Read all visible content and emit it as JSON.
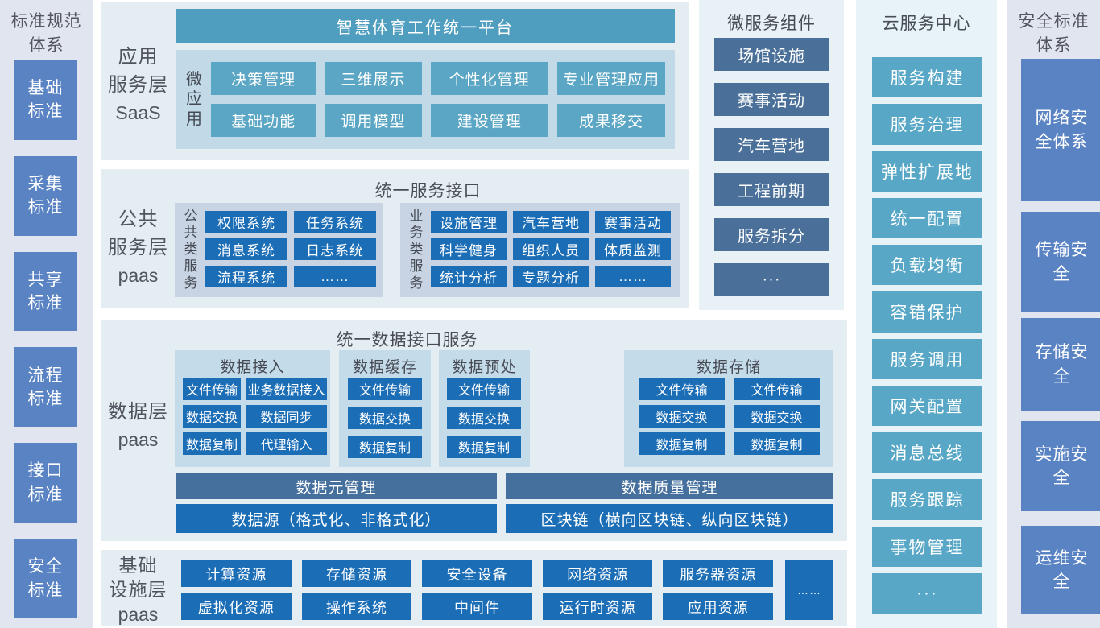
{
  "colors": {
    "accent_teal": "#4f9dbf",
    "accent_blue": "#1b6db6",
    "accent_slate": "#4a7099",
    "strip_box_blue": "#5a83c3",
    "panel_bg": "#e4edf2",
    "strip_bg": "#e1e5f0"
  },
  "left_panel": {
    "title": "标准规范体系",
    "items": [
      "基础标准",
      "采集标准",
      "共享标准",
      "流程标准",
      "接口标准",
      "安全标准"
    ]
  },
  "saas_layer": {
    "label": "应用\n服务层",
    "sub": "SaaS",
    "platform_title": "智慧体育工作统一平台",
    "micro_label": "微应用",
    "apps": [
      "决策管理",
      "三维展示",
      "个性化管理",
      "专业管理应用",
      "基础功能",
      "调用模型",
      "建设管理",
      "成果移交"
    ]
  },
  "public_layer": {
    "label": "公共\n服务层",
    "sub": "paas",
    "title": "统一服务接口",
    "common_group": {
      "label": "公共类服务",
      "items": [
        "权限系统",
        "任务系统",
        "消息系统",
        "日志系统",
        "流程系统",
        "……"
      ]
    },
    "business_group": {
      "label": "业务类服务",
      "items": [
        "设施管理",
        "汽车营地",
        "赛事活动",
        "科学健身",
        "组织人员",
        "体质监测",
        "统计分析",
        "专题分析",
        "……"
      ]
    }
  },
  "data_layer": {
    "label": "数据层",
    "sub": "paas",
    "title": "统一数据接口服务",
    "group1": {
      "title": "数据接入",
      "items": [
        "文件传输",
        "业务数据接入",
        "数据交换",
        "数据同步",
        "数据复制",
        "代理输入"
      ]
    },
    "group2": {
      "title": "数据缓存",
      "items": [
        "文件传输",
        "数据交换",
        "数据复制"
      ]
    },
    "group3": {
      "title": "数据预处",
      "items": [
        "文件传输",
        "数据交换",
        "数据复制"
      ]
    },
    "group4": {
      "title": "数据存储",
      "items": [
        "文件传输",
        "文件传输",
        "数据交换",
        "数据交换",
        "数据复制",
        "数据复制"
      ]
    },
    "bars": {
      "meta": "数据元管理",
      "quality": "数据质量管理",
      "source": "数据源（格式化、非格式化）",
      "blockchain": "区块链（横向区块链、纵向区块链）"
    }
  },
  "infra_layer": {
    "label": "基础\n设施层",
    "sub": "paas",
    "items": [
      "计算资源",
      "存储资源",
      "安全设备",
      "网络资源",
      "服务器资源",
      "虚拟化资源",
      "操作系统",
      "中间件",
      "运行时资源",
      "应用资源"
    ],
    "more": "……"
  },
  "microservice_panel": {
    "title": "微服务组件",
    "items": [
      "场馆设施",
      "赛事活动",
      "汽车营地",
      "工程前期",
      "服务拆分",
      "···"
    ]
  },
  "cloud_panel": {
    "title": "云服务中心",
    "items": [
      "服务构建",
      "服务治理",
      "弹性扩展地",
      "统一配置",
      "负载均衡",
      "容错保护",
      "服务调用",
      "网关配置",
      "消息总线",
      "服务跟踪",
      "事物管理",
      "···"
    ]
  },
  "security_panel": {
    "title": "安全标准体系",
    "items": [
      "网络安全体系",
      "传输安全",
      "存储安全",
      "实施安全",
      "运维安全"
    ]
  }
}
